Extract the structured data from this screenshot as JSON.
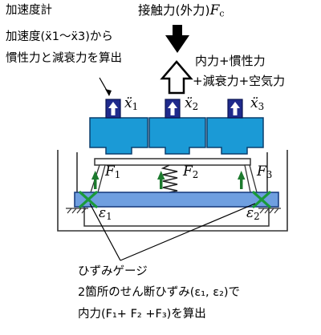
{
  "accelerometer_note": {
    "title": "加速度計",
    "line2": "加速度(ẍ1～ẍ3)から",
    "line3": "慣性力と減衰力を算出"
  },
  "contact_force": {
    "label": "接触力(外力)",
    "symbol": "F",
    "subscript": "c"
  },
  "internal_note": {
    "line1": "内力+慣性力",
    "line2": "+減衰力+空気力"
  },
  "sensors": [
    {
      "symbol": "ẍ",
      "subscript": "1"
    },
    {
      "symbol": "ẍ",
      "subscript": "2"
    },
    {
      "symbol": "ẍ",
      "subscript": "3"
    }
  ],
  "forces": [
    {
      "symbol": "F",
      "subscript": "1"
    },
    {
      "symbol": "F",
      "subscript": "2"
    },
    {
      "symbol": "F",
      "subscript": "3"
    }
  ],
  "strains": [
    {
      "symbol": "ε",
      "subscript": "1"
    },
    {
      "symbol": "ε",
      "subscript": "2"
    }
  ],
  "gauge_note": {
    "line1": "ひずみゲージ",
    "line2": "2箇所のせん断ひずみ(ε₁, ε₂)で",
    "line3": "内力(F₁+ F₂ +F₃)を算出"
  },
  "colors": {
    "block_fill": "#1b9ad6",
    "block_stroke": "#0a3f6e",
    "sensor_fill": "#1f2a8c",
    "beam_fill": "#6f9fe0",
    "cross": "#1a9a3a",
    "green_arrow": "#1d7a2e",
    "spring": "#222222"
  }
}
